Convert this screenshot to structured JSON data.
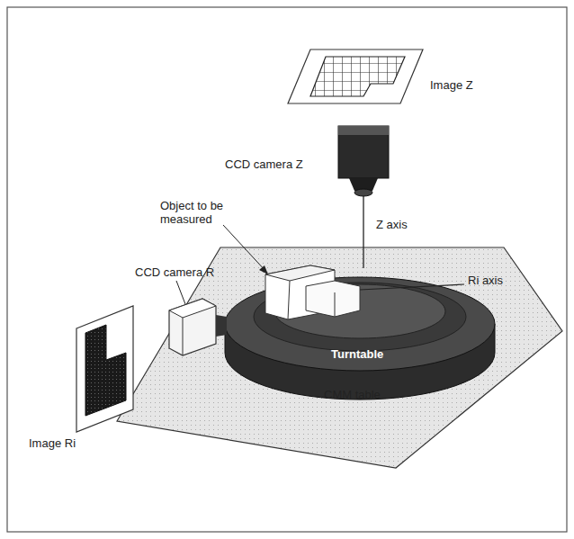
{
  "diagram": {
    "labels": [
      "Image Z",
      "CCD camera Z",
      "Z axis",
      "Object to be measured",
      "Ri axis",
      "CCD camera R",
      "Turntable",
      "CMM table",
      "Image Ri"
    ]
  }
}
